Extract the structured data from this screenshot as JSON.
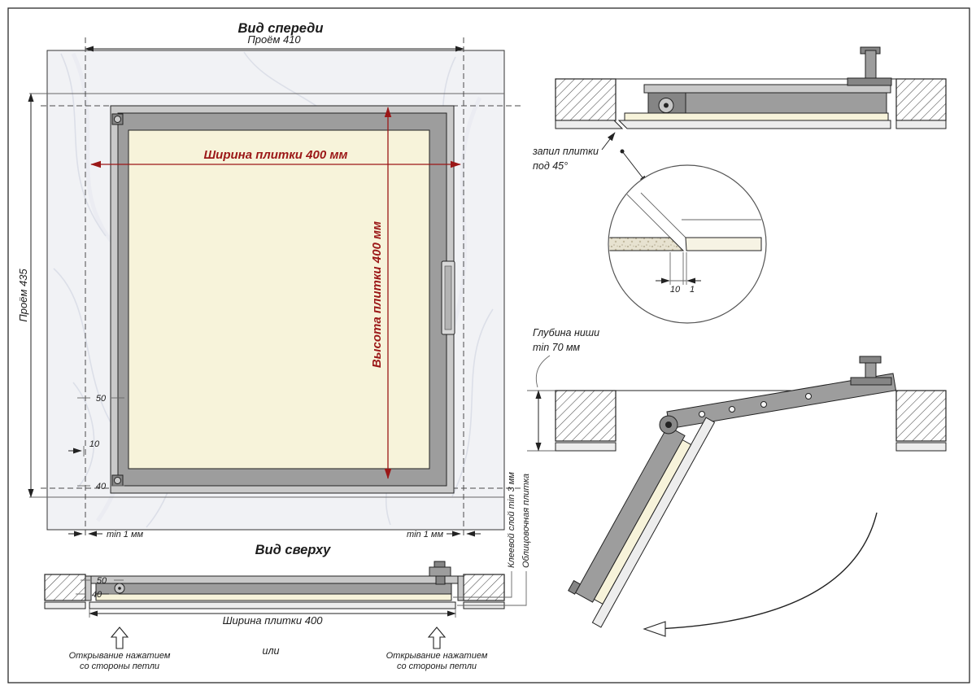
{
  "drawing": {
    "colors": {
      "dim_red": "#9b1717",
      "frame_gray": "#9d9d9d",
      "frame_light": "#c9c9c9",
      "tile_cream": "#f7f3da"
    },
    "front_view": {
      "title": "Вид спереди",
      "dim_opening_width": "Проём 410",
      "dim_opening_height": "Проём 435",
      "dim_tile_width": "Ширина плитки 400 мм",
      "dim_tile_height": "Высота плитки 400 мм",
      "dim_offset_50": "50",
      "dim_offset_10": "10",
      "dim_offset_40": "40",
      "dim_gap_left": "min 1 мм",
      "dim_gap_right": "min 1 мм"
    },
    "top_view": {
      "title": "Вид сверху",
      "dim_offset_50": "50",
      "dim_offset_40": "40",
      "dim_tile_width": "Ширина плитки 400",
      "open_hint_left_line1": "Открывание нажатием",
      "open_hint_left_line2": "со стороны петли",
      "or_label": "или",
      "open_hint_right_line1": "Открывание нажатием",
      "open_hint_right_line2": "со стороны петли",
      "glue_layer_label": "Клеевой слой min 3 мм",
      "facing_tile_label": "Облицовочная плитка"
    },
    "section_closed": {
      "tile_cut_label_line1": "запил плитки",
      "tile_cut_label_line2": "под 45°",
      "detail_dim_10": "10",
      "detail_dim_1": "1"
    },
    "section_open": {
      "niche_depth_label_line1": "Глубина ниши",
      "niche_depth_label_line2": "min 70 мм"
    }
  }
}
